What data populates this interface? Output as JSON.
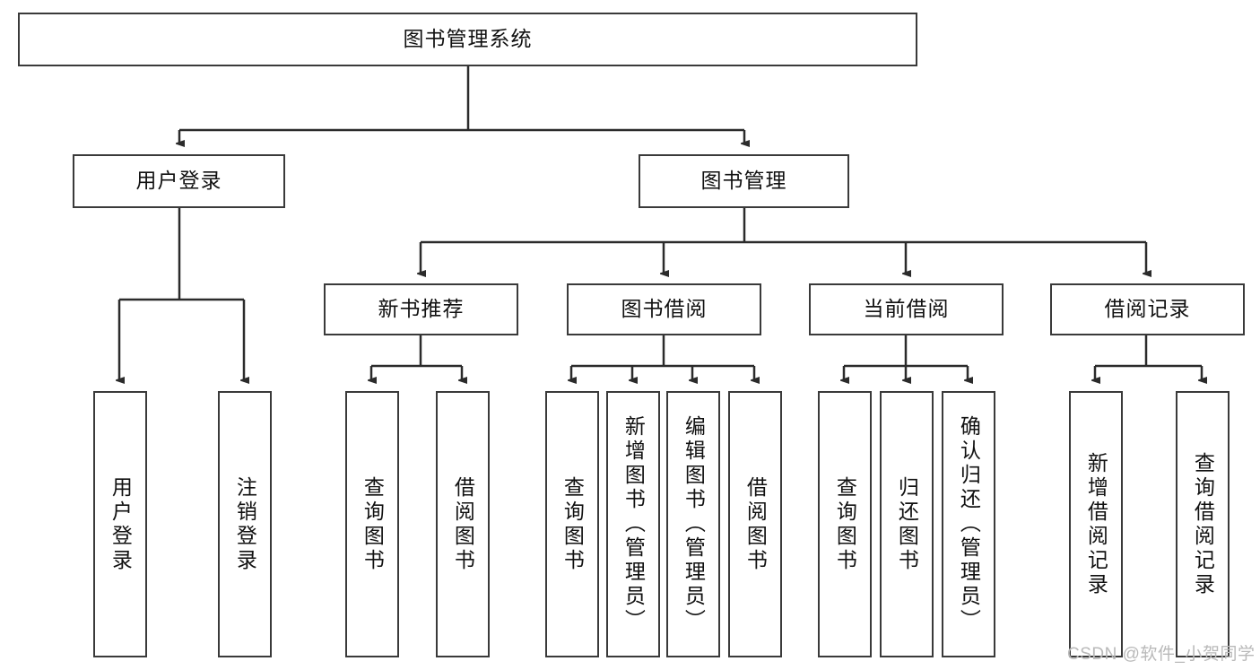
{
  "diagram": {
    "title_node": {
      "label": "图书管理系统"
    },
    "level1": [
      {
        "label": "用户登录"
      },
      {
        "label": "图书管理"
      }
    ],
    "level2": [
      {
        "label": "新书推荐"
      },
      {
        "label": "图书借阅"
      },
      {
        "label": "当前借阅"
      },
      {
        "label": "借阅记录"
      }
    ],
    "leaves": {
      "user_login": [
        {
          "label": "用户登录"
        },
        {
          "label": "注销登录"
        }
      ],
      "new_book_recommend": [
        {
          "label": "查询图书"
        },
        {
          "label": "借阅图书"
        }
      ],
      "book_borrow": [
        {
          "label": "查询图书"
        },
        {
          "label": "新增图书（管理员）"
        },
        {
          "label": "编辑图书（管理员）"
        },
        {
          "label": "借阅图书"
        }
      ],
      "current_borrow": [
        {
          "label": "查询图书"
        },
        {
          "label": "归还图书"
        },
        {
          "label": "确认归还（管理员）"
        }
      ],
      "borrow_record": [
        {
          "label": "新增借阅记录"
        },
        {
          "label": "查询借阅记录"
        }
      ]
    },
    "watermark": {
      "text": "CSDN @软件_小贺同学"
    },
    "colors": {
      "border": "#3a3a3a",
      "text": "#111111",
      "background": "#ffffff",
      "watermark": "#b9b9b9"
    }
  }
}
